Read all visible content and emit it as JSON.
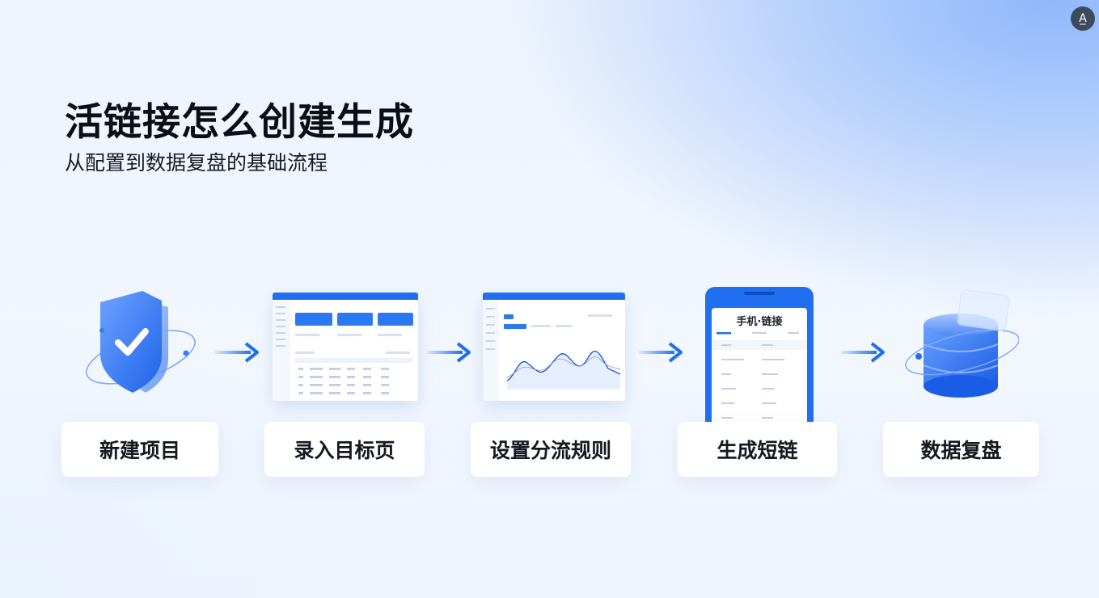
{
  "title": "活链接怎么创建生成",
  "subtitle": "从配置到数据复盘的基础流程",
  "steps": [
    {
      "label": "新建项目",
      "icon": "shield-check-icon"
    },
    {
      "label": "录入目标页",
      "icon": "dashboard-screenshot-icon"
    },
    {
      "label": "设置分流规则",
      "icon": "line-chart-screenshot-icon"
    },
    {
      "label": "生成短链",
      "icon": "phone-screenshot-icon"
    },
    {
      "label": "数据复盘",
      "icon": "database-icon"
    }
  ],
  "phone_title": "手机·链接",
  "corner_icon": "text-recognition-icon",
  "colors": {
    "accent": "#1f6ff0",
    "title": "#0b0e14"
  }
}
